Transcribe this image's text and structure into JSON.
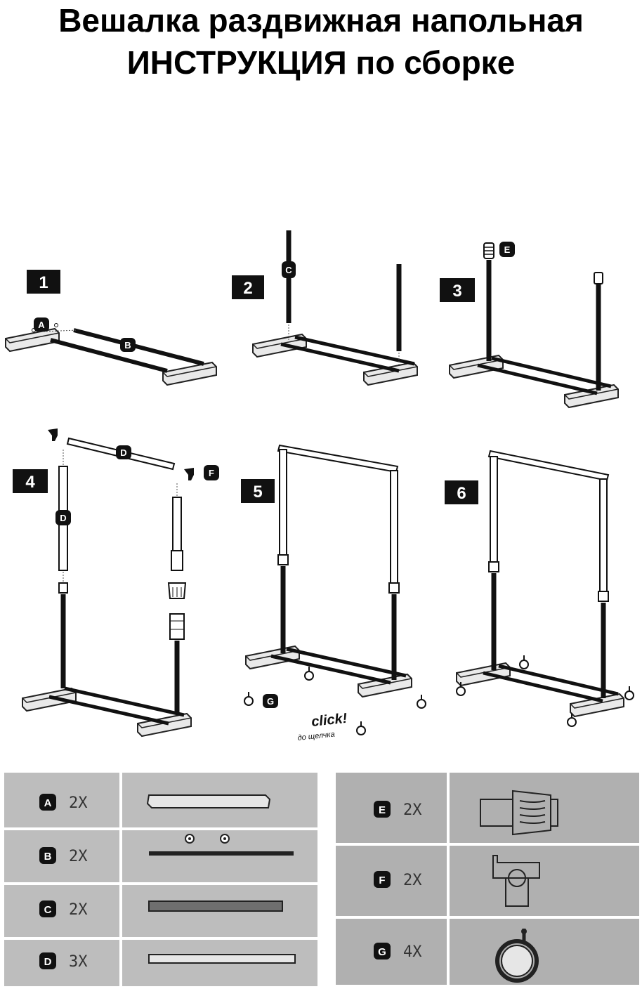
{
  "header": {
    "title_line1": "Вешалка раздвижная напольная",
    "title_line2": "ИНСТРУКЦИЯ по сборке"
  },
  "steps": [
    {
      "number": "1"
    },
    {
      "number": "2"
    },
    {
      "number": "3"
    },
    {
      "number": "4"
    },
    {
      "number": "5"
    },
    {
      "number": "6"
    }
  ],
  "callouts": {
    "a": "A",
    "b": "B",
    "c": "C",
    "d": "D",
    "e": "E",
    "f": "F",
    "g": "G"
  },
  "click_label": "click!",
  "click_sublabel": "до щелчка",
  "parts_left": [
    {
      "letter": "A",
      "qty": "2X",
      "icon": "base-foot-icon"
    },
    {
      "letter": "B",
      "qty": "2X",
      "icon": "crossbar-icon"
    },
    {
      "letter": "C",
      "qty": "2X",
      "icon": "post-tube-icon"
    },
    {
      "letter": "D",
      "qty": "3X",
      "icon": "rail-tube-icon"
    }
  ],
  "parts_right": [
    {
      "letter": "E",
      "qty": "2X",
      "icon": "clamp-connector-icon"
    },
    {
      "letter": "F",
      "qty": "2X",
      "icon": "t-joint-icon"
    },
    {
      "letter": "G",
      "qty": "4X",
      "icon": "caster-wheel-icon"
    }
  ],
  "colors": {
    "badge": "#111111",
    "panel": "#bdbdbd",
    "panel_dark": "#b0b0b0"
  }
}
